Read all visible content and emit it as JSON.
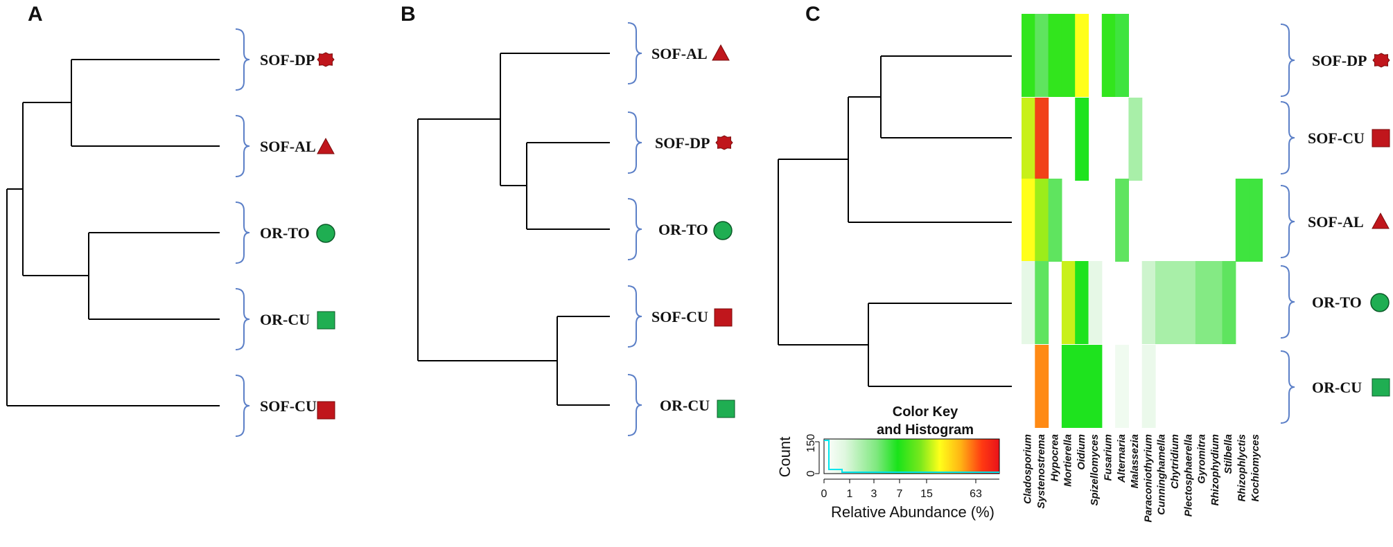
{
  "panels": [
    {
      "letter": "A",
      "leaves": [
        {
          "label": "SOF-DP",
          "symbol": "star",
          "color": "#c0161c"
        },
        {
          "label": "SOF-AL",
          "symbol": "triangle",
          "color": "#c0161c"
        },
        {
          "label": "OR-TO",
          "symbol": "circle",
          "color": "#1fae52"
        },
        {
          "label": "OR-CU",
          "symbol": "square",
          "color": "#1fae52"
        },
        {
          "label": "SOF-CU",
          "symbol": "square",
          "color": "#c0161c"
        }
      ]
    },
    {
      "letter": "B",
      "leaves": [
        {
          "label": "SOF-AL",
          "symbol": "triangle",
          "color": "#c0161c"
        },
        {
          "label": "SOF-DP",
          "symbol": "star",
          "color": "#c0161c"
        },
        {
          "label": "OR-TO",
          "symbol": "circle",
          "color": "#1fae52"
        },
        {
          "label": "SOF-CU",
          "symbol": "square",
          "color": "#c0161c"
        },
        {
          "label": "OR-CU",
          "symbol": "square",
          "color": "#1fae52"
        }
      ]
    },
    {
      "letter": "C",
      "leaves": [
        {
          "label": "SOF-DP",
          "symbol": "star",
          "color": "#c0161c"
        },
        {
          "label": "SOF-CU",
          "symbol": "square",
          "color": "#c0161c"
        },
        {
          "label": "SOF-AL",
          "symbol": "triangle",
          "color": "#c0161c"
        },
        {
          "label": "OR-TO",
          "symbol": "circle",
          "color": "#1fae52"
        },
        {
          "label": "OR-CU",
          "symbol": "square",
          "color": "#1fae52"
        }
      ]
    }
  ],
  "heatmap": {
    "taxa": [
      "Cladosporium",
      "Systenostrema",
      "Hypocrea",
      "Mortierella",
      "Oidium",
      "Spizellomyces",
      "Fusarium",
      "Alternaria",
      "Malassezia",
      "Paraconiothyrium",
      "Cunninghamella",
      "Chytridium",
      "Plectosphaerella",
      "Gyromitra",
      "Rhizophydium",
      "Stilbella",
      "Rhizophlyctis",
      "Kochiomyces"
    ],
    "rows": [
      {
        "sample": "SOF-DP",
        "values": [
          5,
          2,
          5,
          5,
          15,
          0,
          5,
          3,
          0,
          0,
          0,
          0,
          0,
          0,
          0,
          0,
          0,
          0
        ]
      },
      {
        "sample": "SOF-CU",
        "values": [
          12,
          50,
          0,
          0,
          4,
          0,
          0,
          0,
          1,
          0,
          0,
          0,
          0,
          0,
          0,
          0,
          0,
          0
        ]
      },
      {
        "sample": "SOF-AL",
        "values": [
          15,
          10,
          2,
          0,
          0,
          0,
          0,
          2,
          0,
          0,
          0,
          0,
          0,
          0,
          0,
          0,
          3,
          3
        ]
      },
      {
        "sample": "OR-TO",
        "values": [
          0.5,
          2,
          0,
          12,
          4,
          0.5,
          0,
          0,
          0,
          0.7,
          1,
          1,
          1,
          1.5,
          1.5,
          2,
          0,
          0
        ]
      },
      {
        "sample": "OR-CU",
        "values": [
          0,
          30,
          0,
          4,
          4,
          4,
          0,
          0.3,
          0,
          0.4,
          0,
          0,
          0,
          0,
          0,
          0,
          0,
          0
        ]
      }
    ]
  },
  "color_key": {
    "title_line1": "Color Key",
    "title_line2": "and Histogram",
    "y_label": "Count",
    "y_ticks": [
      "0",
      "150"
    ],
    "x_label": "Relative Abundance (%)",
    "x_ticks": [
      "0",
      "1",
      "3",
      "7",
      "15",
      "63"
    ],
    "gradient": [
      "#ffffff",
      "#dff7df",
      "#7fe87f",
      "#19e31a",
      "#7ae81c",
      "#ffff1a",
      "#ffb314",
      "#ff3a12",
      "#e8121a"
    ],
    "histogram_color": "#00e5ee"
  }
}
